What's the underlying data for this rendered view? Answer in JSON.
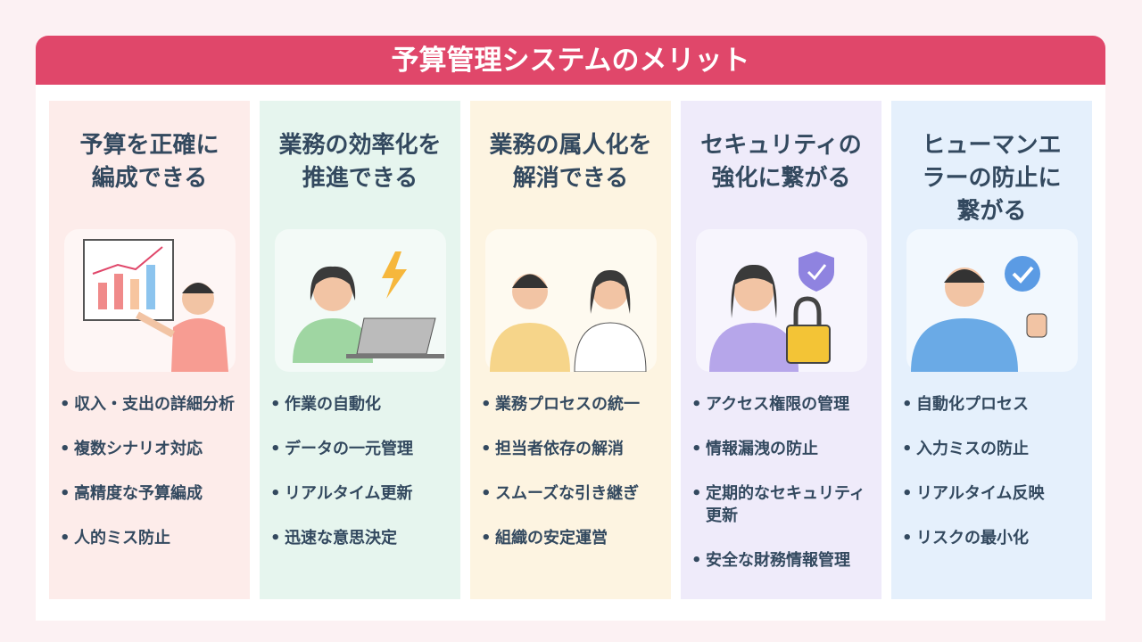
{
  "title": "予算管理システムのメリット",
  "colors": {
    "header": "#e0476a",
    "text": "#33495f"
  },
  "columns": [
    {
      "title": "予算を正確に編成できる",
      "bg": "#fdecea",
      "icon": "presentation-chart-illustration",
      "items": [
        "収入・支出の詳細分析",
        "複数シナリオ対応",
        "高精度な予算編成",
        "人的ミス防止"
      ]
    },
    {
      "title": "業務の効率化を推進できる",
      "bg": "#e6f5ee",
      "icon": "laptop-lightning-illustration",
      "items": [
        "作業の自動化",
        "データの一元管理",
        "リアルタイム更新",
        "迅速な意思決定"
      ]
    },
    {
      "title": "業務の属人化を解消できる",
      "bg": "#fdf4e1",
      "icon": "two-people-talking-illustration",
      "items": [
        "業務プロセスの統一",
        "担当者依存の解消",
        "スムーズな引き継ぎ",
        "組織の安定運営"
      ]
    },
    {
      "title": "セキュリティの強化に繋がる",
      "bg": "#efebfa",
      "icon": "lock-shield-illustration",
      "items": [
        "アクセス権限の管理",
        "情報漏洩の防止",
        "定期的なセキュリティ更新",
        "安全な財務情報管理"
      ]
    },
    {
      "title": "ヒューマンエラーの防止に繋がる",
      "bg": "#e5f0fc",
      "icon": "thumbs-up-check-illustration",
      "items": [
        "自動化プロセス",
        "入力ミスの防止",
        "リアルタイム反映",
        "リスクの最小化"
      ]
    }
  ]
}
